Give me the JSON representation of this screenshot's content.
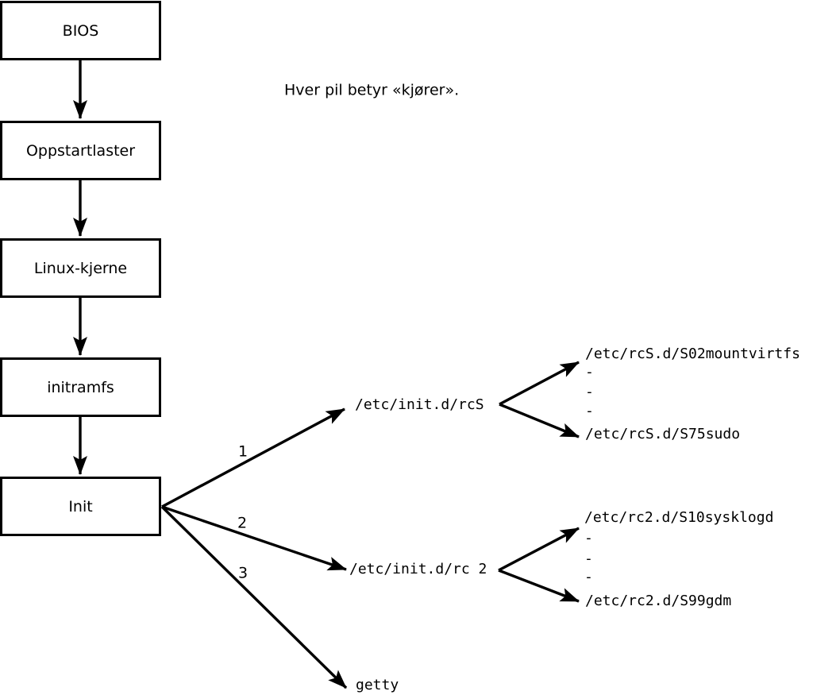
{
  "caption": "Hver pil betyr «kjører».",
  "colors": {
    "line": "#000000",
    "background": "#ffffff"
  },
  "boot_chain": {
    "bios": "BIOS",
    "bootloader": "Oppstartlaster",
    "kernel": "Linux-kjerne",
    "initramfs": "initramfs",
    "init": "Init"
  },
  "arrow_labels": {
    "one": "1",
    "two": "2",
    "three": "3"
  },
  "runlevel_s": {
    "script": "/etc/init.d/rcS",
    "first": "/etc/rcS.d/S02mountvirtfs",
    "dash1": "-",
    "dash2": "-",
    "dash3": "-",
    "last": "/etc/rcS.d/S75sudo"
  },
  "runlevel_2": {
    "script": "/etc/init.d/rc 2",
    "first": "/etc/rc2.d/S10sysklogd",
    "dash1": "-",
    "dash2": "-",
    "dash3": "-",
    "last": "/etc/rc2.d/S99gdm"
  },
  "getty_label": "getty"
}
